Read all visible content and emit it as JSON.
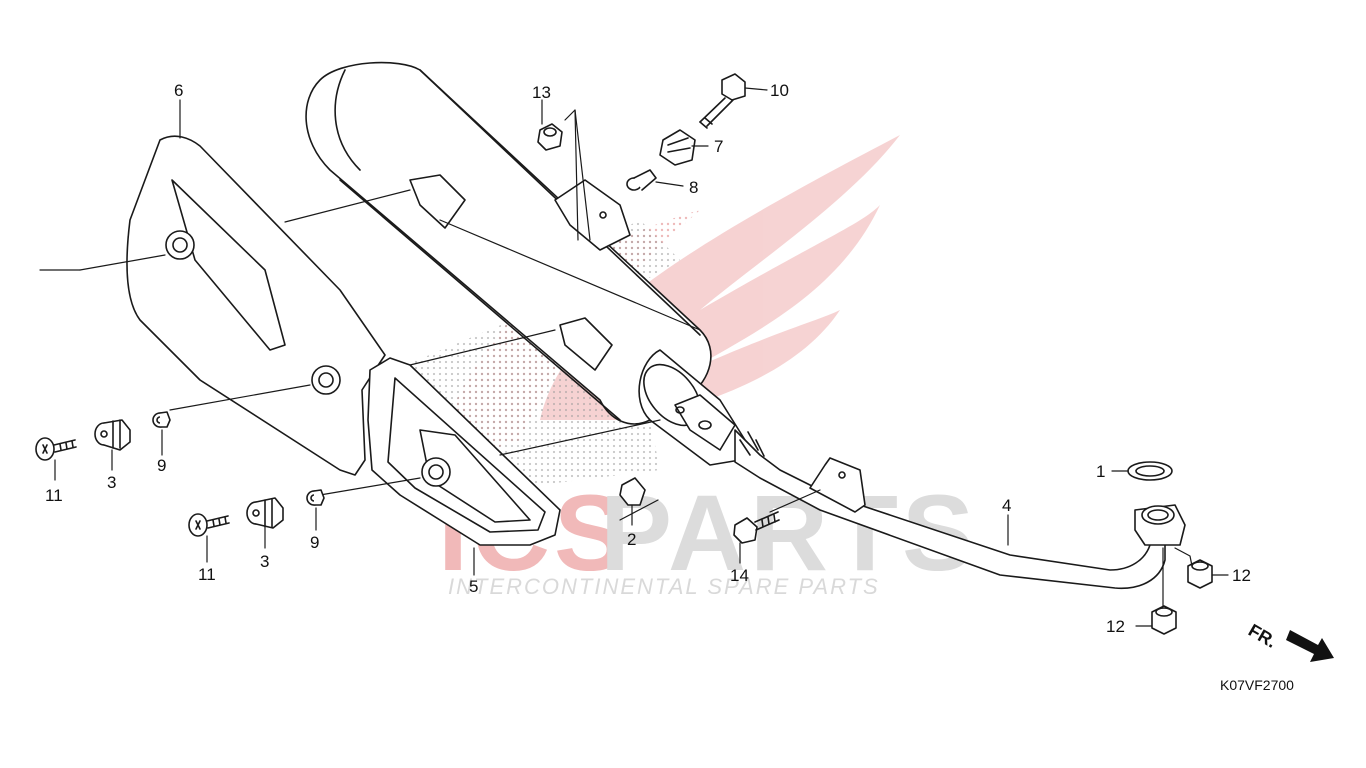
{
  "diagram": {
    "diagram_code": "K07VF2700",
    "front_marker": "FR.",
    "watermark": {
      "brand_part_a": "ICS",
      "brand_part_b": "PARTS",
      "tagline": "INTERCONTINENTAL SPARE PARTS",
      "accent_color": "#e23b3b",
      "muted_color": "#c8c8c8"
    },
    "callouts": [
      "1",
      "2",
      "3",
      "3",
      "4",
      "5",
      "6",
      "7",
      "8",
      "9",
      "9",
      "10",
      "11",
      "11",
      "12",
      "12",
      "13",
      "14"
    ]
  }
}
